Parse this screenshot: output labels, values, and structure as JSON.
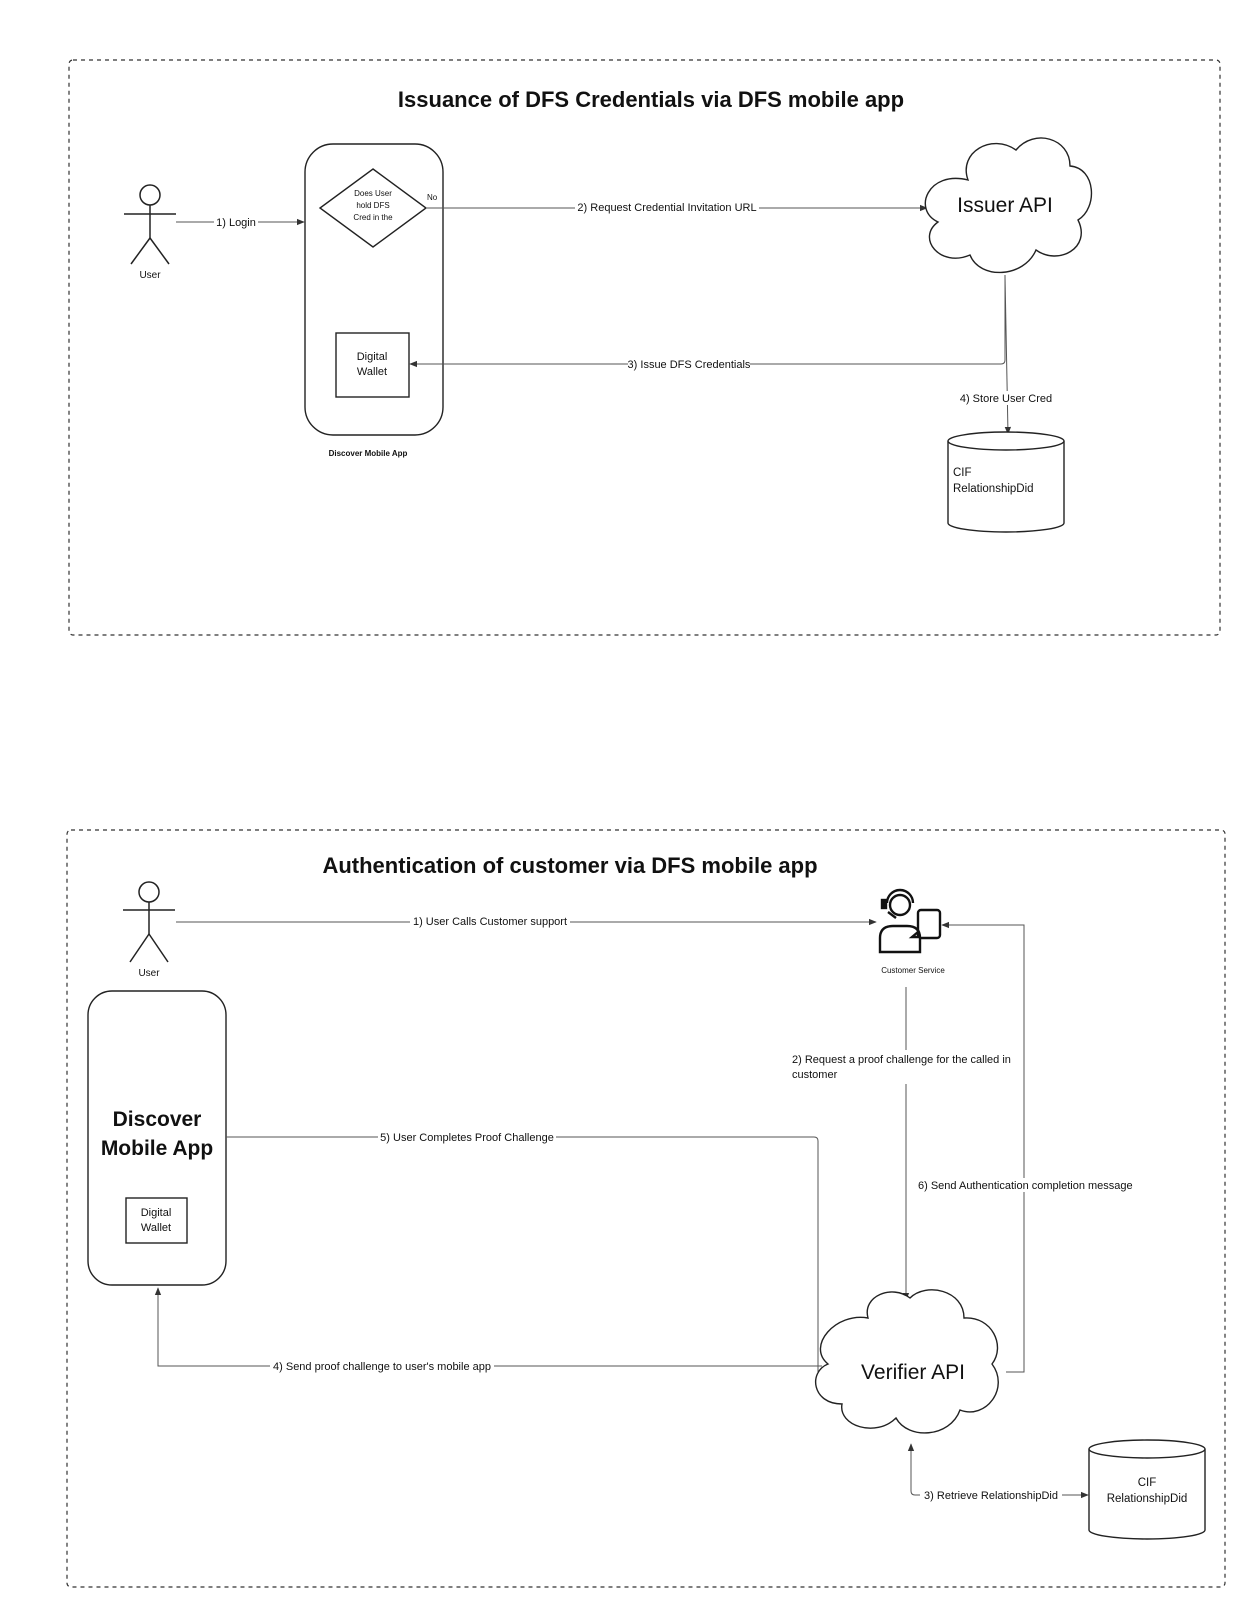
{
  "issuance": {
    "title": "Issuance of DFS Credentials via DFS mobile app",
    "user_label": "User",
    "login_label": "1) Login",
    "decision_lines": [
      "Does User",
      "hold DFS",
      "Cred in the"
    ],
    "decision_no": "No",
    "request_label": "2) Request Credential Invitation URL",
    "issuer_api": "Issuer API",
    "wallet_lines": [
      "Digital",
      "Wallet"
    ],
    "issue_label": "3) Issue DFS Credentials",
    "store_label": "4) Store User Cred",
    "db_lines": [
      "CIF",
      "RelationshipDid"
    ],
    "app_caption": "Discover Mobile App"
  },
  "authentication": {
    "title": "Authentication of customer via DFS mobile app",
    "user_label": "User",
    "call_label": "1) User Calls Customer support",
    "cs_label": "Customer Service",
    "request_lines": [
      "2) Request a proof challenge for the called in",
      "customer"
    ],
    "app_lines": [
      "Discover",
      "Mobile App"
    ],
    "wallet_lines": [
      "Digital",
      "Wallet"
    ],
    "complete_label": "5) User Completes Proof Challenge",
    "send_auth_label": "6) Send Authentication completion message",
    "send_proof_label": "4) Send proof challenge to user's mobile app",
    "verifier_api": "Verifier API",
    "retrieve_label": "3) Retrieve RelationshipDid",
    "db_lines": [
      "CIF",
      "RelationshipDid"
    ]
  }
}
